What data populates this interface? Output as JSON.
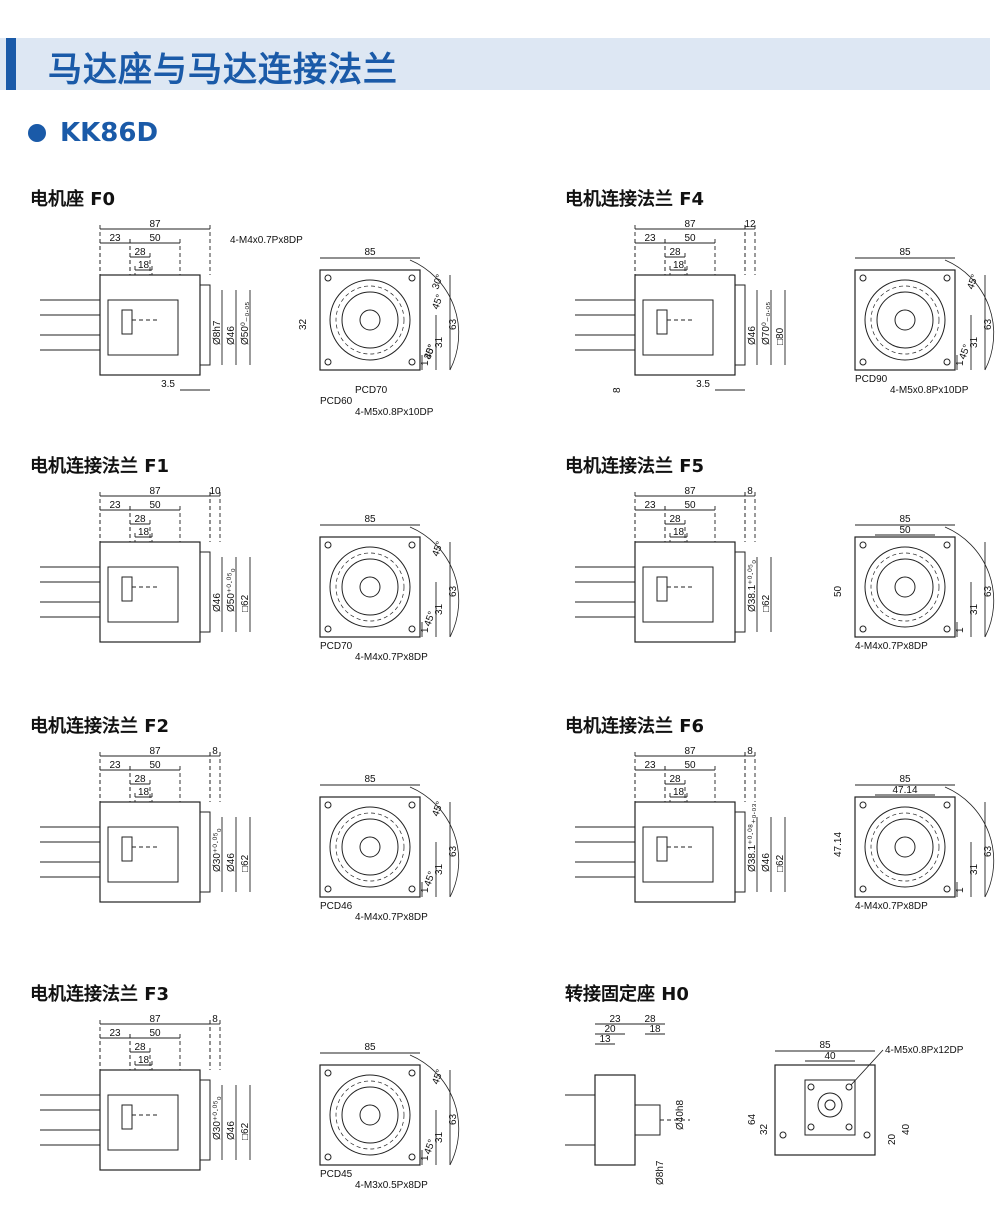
{
  "header": {
    "title": "马达座与马达连接法兰"
  },
  "model": {
    "label": "KK86D"
  },
  "panels": [
    {
      "id": "F0",
      "title": "电机座 F0",
      "top_dims": [
        "87",
        "23",
        "50",
        "28",
        "18"
      ],
      "side_dims": [
        "Ø8h7",
        "Ø46",
        "Ø50⁰₋₀.₀₅"
      ],
      "bottom_dim": "3.5",
      "front_top": "85",
      "front_right": [
        "63",
        "31",
        "1"
      ],
      "front_left": "32",
      "angles": [
        "30°",
        "30°",
        "45°",
        "45°"
      ],
      "callouts": [
        "4-M4x0.7Px8DP",
        "PCD70",
        "PCD60",
        "4-M5x0.8Px10DP"
      ]
    },
    {
      "id": "F4",
      "title": "电机连接法兰 F4",
      "top_dims": [
        "87",
        "23",
        "50",
        "28",
        "18",
        "12"
      ],
      "side_dims": [
        "Ø46",
        "Ø70⁰₋₀.₀₅",
        "□80"
      ],
      "bottom_dim": "3.5",
      "left_dim": "8",
      "front_top": "85",
      "front_right": [
        "63",
        "31",
        "1"
      ],
      "angles": [
        "45°",
        "45°"
      ],
      "callouts": [
        "PCD90",
        "4-M5x0.8Px10DP"
      ]
    },
    {
      "id": "F1",
      "title": "电机连接法兰 F1",
      "top_dims": [
        "87",
        "23",
        "50",
        "28",
        "18",
        "10"
      ],
      "side_dims": [
        "Ø46",
        "Ø50⁺⁰·⁰⁵₀",
        "□62"
      ],
      "front_top": "85",
      "front_right": [
        "63",
        "31",
        "1"
      ],
      "angles": [
        "45°",
        "45°"
      ],
      "callouts": [
        "PCD70",
        "4-M4x0.7Px8DP"
      ]
    },
    {
      "id": "F5",
      "title": "电机连接法兰 F5",
      "top_dims": [
        "87",
        "23",
        "50",
        "28",
        "18",
        "8"
      ],
      "side_dims": [
        "Ø38.1⁺⁰·⁰⁵₀",
        "□62"
      ],
      "front_top": "85",
      "front_top2": "50",
      "front_left": "50",
      "front_right": [
        "63",
        "31",
        "1"
      ],
      "callouts": [
        "4-M4x0.7Px8DP"
      ]
    },
    {
      "id": "F2",
      "title": "电机连接法兰 F2",
      "top_dims": [
        "87",
        "23",
        "50",
        "28",
        "18",
        "8"
      ],
      "side_dims": [
        "Ø30⁺⁰·⁰⁵₀",
        "Ø46",
        "□62"
      ],
      "front_top": "85",
      "front_right": [
        "63",
        "31",
        "1"
      ],
      "angles": [
        "45°",
        "45°"
      ],
      "callouts": [
        "PCD46",
        "4-M4x0.7Px8DP"
      ]
    },
    {
      "id": "F6",
      "title": "电机连接法兰 F6",
      "top_dims": [
        "87",
        "23",
        "50",
        "28",
        "18",
        "8"
      ],
      "side_dims": [
        "Ø38.1⁺⁰·⁰⁸₊₀.₀₃",
        "Ø46",
        "□62"
      ],
      "front_top": "85",
      "front_top2": "47.14",
      "front_left": "47.14",
      "front_right": [
        "63",
        "31",
        "1"
      ],
      "callouts": [
        "4-M4x0.7Px8DP"
      ]
    },
    {
      "id": "F3",
      "title": "电机连接法兰 F3",
      "top_dims": [
        "87",
        "23",
        "50",
        "28",
        "18",
        "8"
      ],
      "side_dims": [
        "Ø30⁺⁰·⁰⁵₀",
        "Ø46",
        "□62"
      ],
      "front_top": "85",
      "front_right": [
        "63",
        "31",
        "1"
      ],
      "angles": [
        "45°",
        "45°"
      ],
      "callouts": [
        "PCD45",
        "4-M3x0.5Px8DP"
      ]
    },
    {
      "id": "H0",
      "title": "转接固定座 H0",
      "top_dims": [
        "23",
        "20",
        "13",
        "28",
        "18"
      ],
      "side_dims": [
        "Ø40h8",
        "Ø8h7"
      ],
      "front_top": "85",
      "front_top2": "40",
      "front_left": [
        "64",
        "32"
      ],
      "front_right": [
        "20",
        "40"
      ],
      "callouts": [
        "4-M5x0.8Px12DP"
      ]
    }
  ]
}
